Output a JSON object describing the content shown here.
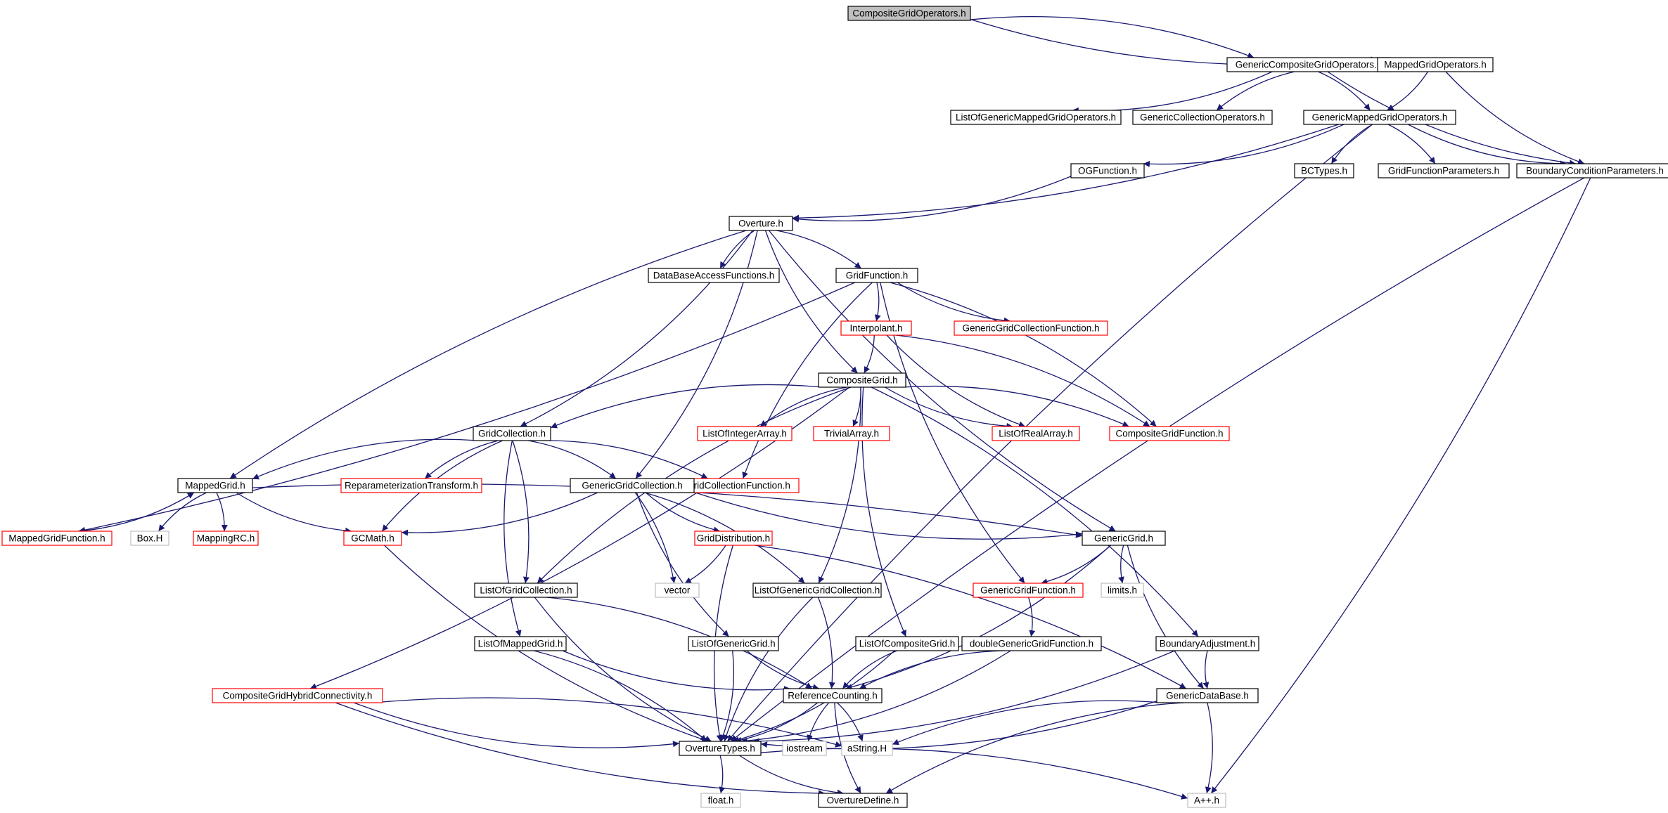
{
  "colors": {
    "edge": "#191970",
    "border_default": "#000000",
    "border_incomplete": "#ff0000",
    "border_external": "#bfbfbf",
    "root_fill": "#bfbfbf",
    "fill": "#ffffff"
  },
  "nodes": [
    {
      "id": "cgo",
      "label": "CompositeGridOperators.h",
      "style": "root"
    },
    {
      "id": "gcgo",
      "label": "GenericCompositeGridOperators.h",
      "style": "default"
    },
    {
      "id": "mgo",
      "label": "MappedGridOperators.h",
      "style": "default"
    },
    {
      "id": "logmgo",
      "label": "ListOfGenericMappedGridOperators.h",
      "style": "default"
    },
    {
      "id": "gco",
      "label": "GenericCollectionOperators.h",
      "style": "default"
    },
    {
      "id": "gmgo",
      "label": "GenericMappedGridOperators.h",
      "style": "default"
    },
    {
      "id": "ogf",
      "label": "OGFunction.h",
      "style": "default"
    },
    {
      "id": "bct",
      "label": "BCTypes.h",
      "style": "default"
    },
    {
      "id": "gfp",
      "label": "GridFunctionParameters.h",
      "style": "default"
    },
    {
      "id": "bcp",
      "label": "BoundaryConditionParameters.h",
      "style": "default"
    },
    {
      "id": "ovh",
      "label": "Overture.h",
      "style": "default"
    },
    {
      "id": "dbaf",
      "label": "DataBaseAccessFunctions.h",
      "style": "default"
    },
    {
      "id": "gfh",
      "label": "GridFunction.h",
      "style": "default"
    },
    {
      "id": "interp",
      "label": "Interpolant.h",
      "style": "incomplete"
    },
    {
      "id": "ggcf",
      "label": "GenericGridCollectionFunction.h",
      "style": "incomplete"
    },
    {
      "id": "cgh",
      "label": "CompositeGrid.h",
      "style": "default"
    },
    {
      "id": "loia",
      "label": "ListOfIntegerArray.h",
      "style": "incomplete"
    },
    {
      "id": "tra",
      "label": "TrivialArray.h",
      "style": "incomplete"
    },
    {
      "id": "lora",
      "label": "ListOfRealArray.h",
      "style": "incomplete"
    },
    {
      "id": "cgf",
      "label": "CompositeGridFunction.h",
      "style": "incomplete"
    },
    {
      "id": "gch",
      "label": "GridCollection.h",
      "style": "default"
    },
    {
      "id": "rpt",
      "label": "ReparameterizationTransform.h",
      "style": "incomplete"
    },
    {
      "id": "gcf",
      "label": "GridCollectionFunction.h",
      "style": "incomplete"
    },
    {
      "id": "mgh",
      "label": "MappedGrid.h",
      "style": "default"
    },
    {
      "id": "ggc",
      "label": "GenericGridCollection.h",
      "style": "default"
    },
    {
      "id": "mgf",
      "label": "MappedGridFunction.h",
      "style": "incomplete"
    },
    {
      "id": "boxh",
      "label": "Box.H",
      "style": "external"
    },
    {
      "id": "mrc",
      "label": "MappingRC.h",
      "style": "incomplete"
    },
    {
      "id": "gcm",
      "label": "GCMath.h",
      "style": "incomplete"
    },
    {
      "id": "gdist",
      "label": "GridDistribution.h",
      "style": "incomplete"
    },
    {
      "id": "ggh",
      "label": "GenericGrid.h",
      "style": "default"
    },
    {
      "id": "vec",
      "label": "vector",
      "style": "external"
    },
    {
      "id": "lim",
      "label": "limits.h",
      "style": "external"
    },
    {
      "id": "logc",
      "label": "ListOfGridCollection.h",
      "style": "default"
    },
    {
      "id": "loggc",
      "label": "ListOfGenericGridCollection.h",
      "style": "default"
    },
    {
      "id": "ggf",
      "label": "GenericGridFunction.h",
      "style": "incomplete"
    },
    {
      "id": "lomg",
      "label": "ListOfMappedGrid.h",
      "style": "default"
    },
    {
      "id": "logg",
      "label": "ListOfGenericGrid.h",
      "style": "default"
    },
    {
      "id": "locg",
      "label": "ListOfCompositeGrid.h",
      "style": "default"
    },
    {
      "id": "dggf",
      "label": "doubleGenericGridFunction.h",
      "style": "default"
    },
    {
      "id": "ba",
      "label": "BoundaryAdjustment.h",
      "style": "default"
    },
    {
      "id": "cghc",
      "label": "CompositeGridHybridConnectivity.h",
      "style": "incomplete"
    },
    {
      "id": "rc",
      "label": "ReferenceCounting.h",
      "style": "default"
    },
    {
      "id": "gdb",
      "label": "GenericDataBase.h",
      "style": "default"
    },
    {
      "id": "ot",
      "label": "OvertureTypes.h",
      "style": "default"
    },
    {
      "id": "ios",
      "label": "iostream",
      "style": "external"
    },
    {
      "id": "astr",
      "label": "aString.H",
      "style": "external"
    },
    {
      "id": "flt",
      "label": "float.h",
      "style": "external"
    },
    {
      "id": "od",
      "label": "OvertureDefine.h",
      "style": "default"
    },
    {
      "id": "app",
      "label": "A++.h",
      "style": "external"
    }
  ],
  "edges": [
    [
      "cgo",
      "gcgo"
    ],
    [
      "cgo",
      "mgo"
    ],
    [
      "gcgo",
      "logmgo"
    ],
    [
      "gcgo",
      "gco"
    ],
    [
      "gcgo",
      "gmgo"
    ],
    [
      "gcgo",
      "bcp"
    ],
    [
      "mgo",
      "gmgo"
    ],
    [
      "mgo",
      "bcp"
    ],
    [
      "gmgo",
      "ogf"
    ],
    [
      "gmgo",
      "bct"
    ],
    [
      "gmgo",
      "gfp"
    ],
    [
      "gmgo",
      "bcp"
    ],
    [
      "gmgo",
      "ovh"
    ],
    [
      "gmgo",
      "ot"
    ],
    [
      "ogf",
      "ovh"
    ],
    [
      "bcp",
      "ot"
    ],
    [
      "bcp",
      "app"
    ],
    [
      "ovh",
      "dbaf"
    ],
    [
      "ovh",
      "gfh"
    ],
    [
      "ovh",
      "cgh"
    ],
    [
      "ovh",
      "gch"
    ],
    [
      "ovh",
      "mgh"
    ],
    [
      "ovh",
      "ggc"
    ],
    [
      "ovh",
      "ggh"
    ],
    [
      "gfh",
      "interp"
    ],
    [
      "gfh",
      "ggcf"
    ],
    [
      "gfh",
      "cgf"
    ],
    [
      "gfh",
      "gcf"
    ],
    [
      "gfh",
      "mgf"
    ],
    [
      "gfh",
      "ggf"
    ],
    [
      "interp",
      "cgh"
    ],
    [
      "interp",
      "lora"
    ],
    [
      "interp",
      "cgf"
    ],
    [
      "cgh",
      "loia"
    ],
    [
      "cgh",
      "tra"
    ],
    [
      "cgh",
      "lora"
    ],
    [
      "cgh",
      "cgf"
    ],
    [
      "cgh",
      "gch"
    ],
    [
      "cgh",
      "cghc"
    ],
    [
      "cgh",
      "logc"
    ],
    [
      "cgh",
      "loggc"
    ],
    [
      "cgh",
      "locg"
    ],
    [
      "cgh",
      "ba"
    ],
    [
      "gch",
      "rpt"
    ],
    [
      "gch",
      "gcf"
    ],
    [
      "gch",
      "mgh"
    ],
    [
      "gch",
      "ggc"
    ],
    [
      "gch",
      "gcm"
    ],
    [
      "gch",
      "logc"
    ],
    [
      "gch",
      "lomg"
    ],
    [
      "mgh",
      "mgf"
    ],
    [
      "mgh",
      "boxh"
    ],
    [
      "mgh",
      "mrc"
    ],
    [
      "mgh",
      "gcm"
    ],
    [
      "mgh",
      "ggh"
    ],
    [
      "mgf",
      "mgh"
    ],
    [
      "ggc",
      "gcm"
    ],
    [
      "ggc",
      "gdist"
    ],
    [
      "ggc",
      "vec"
    ],
    [
      "ggc",
      "ggh"
    ],
    [
      "ggc",
      "loggc"
    ],
    [
      "ggc",
      "logg"
    ],
    [
      "gdist",
      "vec"
    ],
    [
      "gdist",
      "ot"
    ],
    [
      "gdist",
      "gdb"
    ],
    [
      "gcm",
      "ot"
    ],
    [
      "ggh",
      "ggf"
    ],
    [
      "ggh",
      "lim"
    ],
    [
      "ggh",
      "rc"
    ],
    [
      "ggh",
      "gdb"
    ],
    [
      "logc",
      "rc"
    ],
    [
      "logc",
      "ot"
    ],
    [
      "loggc",
      "rc"
    ],
    [
      "loggc",
      "ot"
    ],
    [
      "ggf",
      "dggf"
    ],
    [
      "lomg",
      "rc"
    ],
    [
      "lomg",
      "ot"
    ],
    [
      "logg",
      "rc"
    ],
    [
      "logg",
      "ot"
    ],
    [
      "locg",
      "rc"
    ],
    [
      "locg",
      "ot"
    ],
    [
      "dggf",
      "rc"
    ],
    [
      "dggf",
      "ot"
    ],
    [
      "ba",
      "gdb"
    ],
    [
      "ba",
      "ot"
    ],
    [
      "cghc",
      "ot"
    ],
    [
      "cghc",
      "astr"
    ],
    [
      "cghc",
      "od"
    ],
    [
      "rc",
      "ot"
    ],
    [
      "rc",
      "ios"
    ],
    [
      "rc",
      "astr"
    ],
    [
      "rc",
      "od"
    ],
    [
      "gdb",
      "ot"
    ],
    [
      "gdb",
      "astr"
    ],
    [
      "gdb",
      "app"
    ],
    [
      "gdb",
      "od"
    ],
    [
      "ot",
      "flt"
    ],
    [
      "ot",
      "od"
    ],
    [
      "ot",
      "app"
    ]
  ]
}
